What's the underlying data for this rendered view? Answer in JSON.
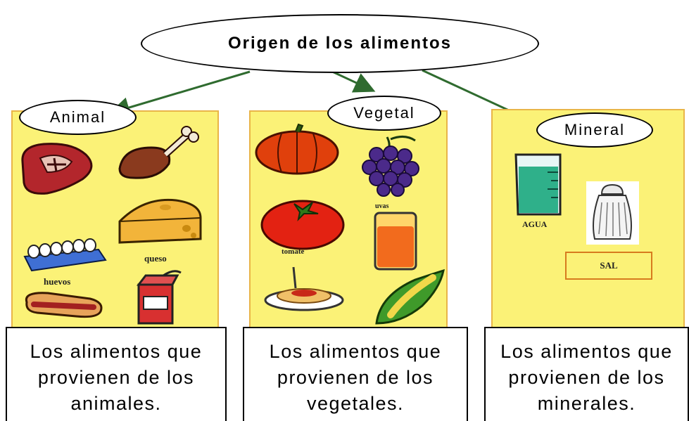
{
  "title": "Origen de los alimentos",
  "categories": [
    {
      "name": "Animal",
      "description_lines": [
        "Los alimentos que",
        "provienen de los",
        "animales."
      ]
    },
    {
      "name": "Vegetal",
      "description_lines": [
        "Los alimentos que",
        "provienen de los",
        "vegetales."
      ]
    },
    {
      "name": "Mineral",
      "description_lines": [
        "Los alimentos que",
        "provienen de los",
        "minerales."
      ]
    }
  ],
  "image_labels": {
    "huevos": "huevos",
    "queso": "queso",
    "tomate": "tomate",
    "uvas": "uvas",
    "agua": "AGUA",
    "sal": "SAL"
  },
  "colors": {
    "panel_fill": "#fbf277",
    "panel_border": "#e9b548",
    "arrow": "#2f6b2f"
  }
}
